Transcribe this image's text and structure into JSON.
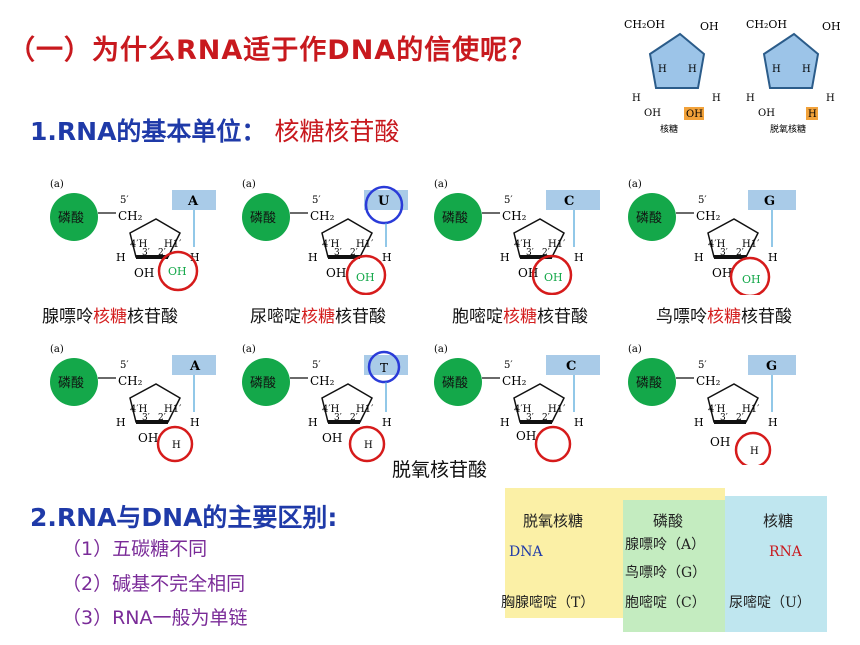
{
  "title": "（一）为什么RNA适于作DNA的信使呢？",
  "section1": {
    "heading": "1.RNA的基本单位：",
    "subtitle": "核糖核苷酸"
  },
  "sugars": {
    "ribose": {
      "c5": "CH₂OH",
      "oh": "OH",
      "h": "H",
      "oh2": "OH",
      "caption": "核糖"
    },
    "deoxyribose": {
      "c5": "CH₂OH",
      "oh": "OH",
      "h": "H",
      "h2": "H",
      "caption": "脱氧核糖"
    }
  },
  "nucleotide_common": {
    "tag": "(a)",
    "phosphate": "磷酸",
    "c5": "5′",
    "ch2": "CH₂",
    "h": "H",
    "h4": "4′H",
    "h1": "H1′",
    "c3": "3′",
    "c2": "2′",
    "oh": "OH"
  },
  "ribonucleotides": [
    {
      "base": "A",
      "name_pre": "腺嘌呤",
      "name_red": "核糖",
      "name_post": "核苷酸",
      "c2_group": "OH"
    },
    {
      "base": "U",
      "name_pre": "尿嘧啶",
      "name_red": "核糖",
      "name_post": "核苷酸",
      "c2_group": "OH"
    },
    {
      "base": "C",
      "name_pre": "胞嘧啶",
      "name_red": "核糖",
      "name_post": "核苷酸",
      "c2_group": "OH"
    },
    {
      "base": "G",
      "name_pre": "鸟嘌呤",
      "name_red": "核糖",
      "name_post": "核苷酸",
      "c2_group": "OH"
    }
  ],
  "deoxyribonucleotides": [
    {
      "base": "A",
      "c2_group": "H"
    },
    {
      "base": "T",
      "c2_group": "H"
    },
    {
      "base": "C",
      "c2_group": ""
    },
    {
      "base": "G",
      "c2_group": "H"
    }
  ],
  "deoxy_label": "脱氧核苷酸",
  "section2": {
    "heading": "2.RNA与DNA的主要区别:",
    "items": [
      "（1）五碳糖不同",
      "（2）碱基不完全相同",
      "（3）RNA一般为单链"
    ]
  },
  "comparison": {
    "col_deoxy": "脱氧核糖",
    "col_phosphate": "磷酸",
    "col_ribose": "核糖",
    "dna": "DNA",
    "rna": "RNA",
    "adenine": "腺嘌呤（A）",
    "guanine": "鸟嘌呤（G）",
    "cytosine": "胞嘧啶（C）",
    "thymine": "胸腺嘧啶（T）",
    "uracil": "尿嘧啶（U）"
  },
  "colors": {
    "red": "#c8191e",
    "blue": "#1f3aa8",
    "purple": "#7a2b98",
    "phosphate_green": "#14a84a",
    "base_box": "#a9cbe8",
    "sugar_blue": "#9cc4e8",
    "circle_red": "#d61b1b",
    "circle_blue": "#2a3bd8",
    "table_yellow": "#fbf0a6",
    "table_green": "#c4ecc0",
    "table_cyan": "#bfe6ef"
  }
}
